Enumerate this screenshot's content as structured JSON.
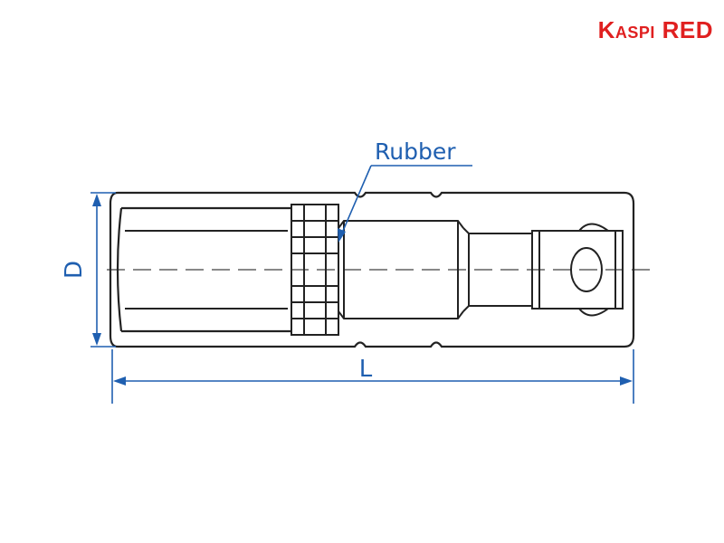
{
  "brand": {
    "logo_text": "Kaspi RED",
    "color": "#e02020"
  },
  "diagram": {
    "callout_label": "Rubber",
    "dimension_diameter": "D",
    "dimension_length": "L",
    "colors": {
      "outline": "#222222",
      "dimension": "#1f5fb0",
      "centerline": "#888888"
    }
  }
}
